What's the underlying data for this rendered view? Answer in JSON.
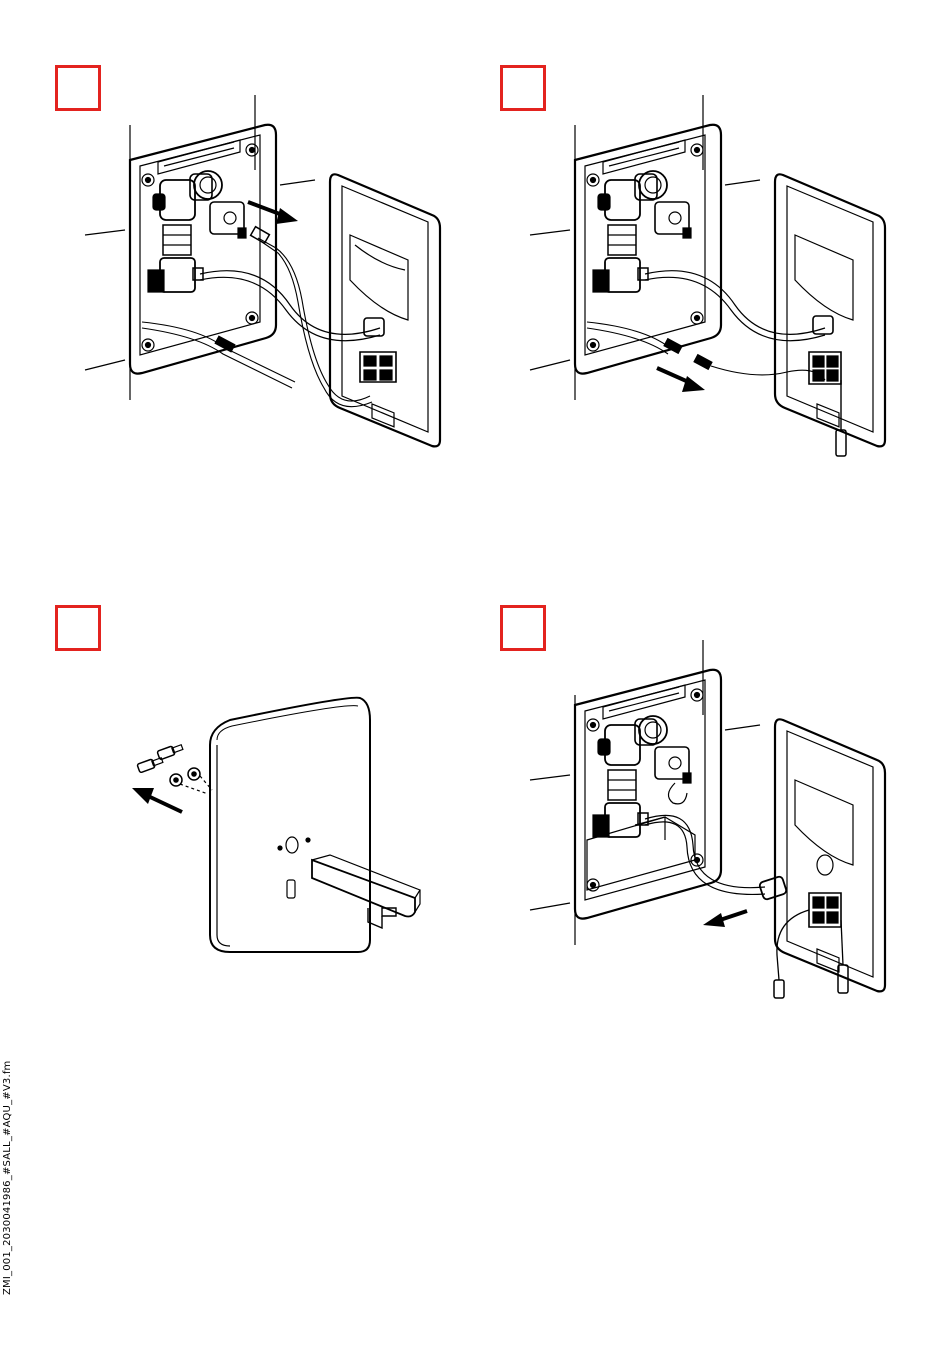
{
  "footer": {
    "file_reference": "ZMI_001_2030041986_#SALL_#AQU_#V3.fm"
  },
  "colors": {
    "step_box": "#e3231f",
    "line": "#000000",
    "background": "#ffffff"
  },
  "steps": [
    {
      "position": "top-left",
      "action": "disconnect cable (pull outward)"
    },
    {
      "position": "top-right",
      "action": "disconnect cable (pull outward)"
    },
    {
      "position": "bottom-left",
      "action": "remove screws and washers"
    },
    {
      "position": "bottom-right",
      "action": "disconnect hose and remove cover"
    }
  ]
}
